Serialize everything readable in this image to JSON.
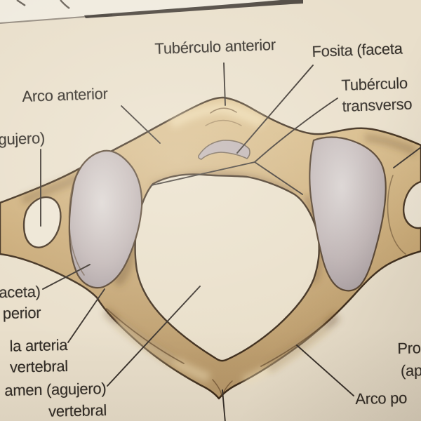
{
  "labels": {
    "tuberculo_anterior": "Tubérculo anterior",
    "fosita_faceta": "Fosita (faceta",
    "arco_anterior": "Arco anterior",
    "tuberculo_transverso": {
      "line1": "Tubérculo",
      "line2": "transverso"
    },
    "agujero": "gujero)",
    "faceta_superior": {
      "line1": "aceta)",
      "line2": "perior"
    },
    "arteria_vertebral": {
      "line1": "la arteria",
      "line2": "vertebral"
    },
    "foramen_vertebral": {
      "line1": "amen (agujero)",
      "line2": "vertebral"
    },
    "proceso": {
      "line1": "Pro",
      "line2": "(ap"
    },
    "arco_posterior": "Arco po"
  },
  "colors": {
    "page_background": "#e9dfcb",
    "bone_outline": "#3b2a19",
    "bone_fill_mid": "#cbab77",
    "facet_fill": "#bdb1b2",
    "foramen_fill": "#e9dfca",
    "label_text": "#2f2a24",
    "leader_line": "#37302a"
  }
}
